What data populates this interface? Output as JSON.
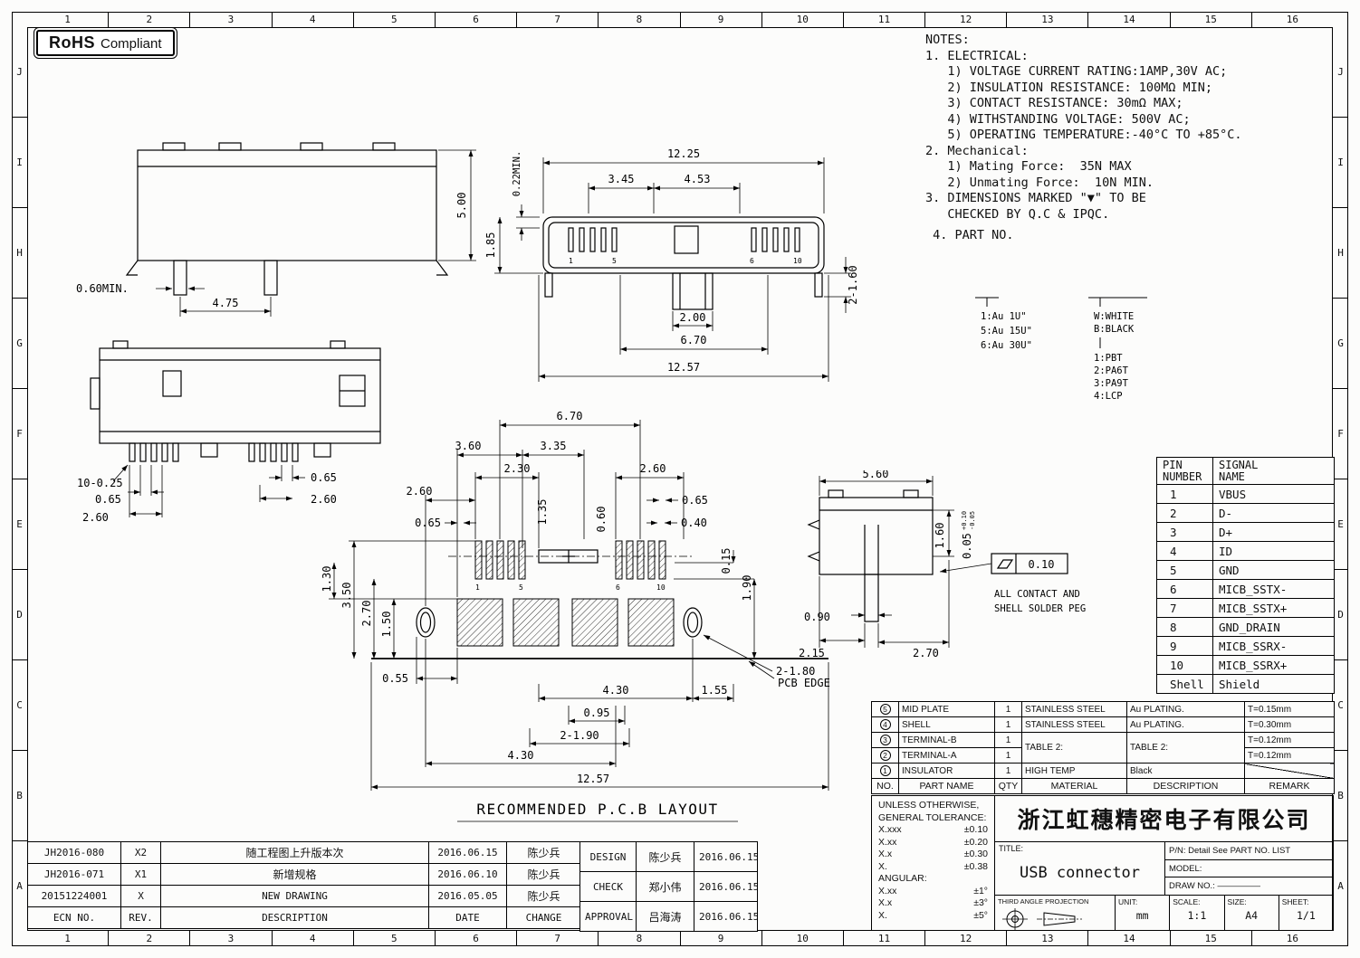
{
  "frame": {
    "cols": [
      "1",
      "2",
      "3",
      "4",
      "5",
      "6",
      "7",
      "8",
      "9",
      "10",
      "11",
      "12",
      "13",
      "14",
      "15",
      "16"
    ],
    "rows": [
      "J",
      "I",
      "H",
      "G",
      "F",
      "E",
      "D",
      "C",
      "B",
      "A"
    ]
  },
  "rohs": {
    "strong": "RoHS",
    "rest": "Compliant"
  },
  "notes": {
    "lines": [
      "NOTES:",
      "1. ELECTRICAL:",
      "   1) VOLTAGE CURRENT RATING:1AMP,30V AC;",
      "   2) INSULATION RESISTANCE: 100MΩ MIN;",
      "   3) CONTACT RESISTANCE: 30mΩ MAX;",
      "   4) WITHSTANDING VOLTAGE: 500V AC;",
      "   5) OPERATING TEMPERATURE:-40°C TO +85°C.",
      "2. Mechanical:",
      "   1) Mating Force:  35N MAX",
      "   2) Unmating Force:  10N MIN.",
      "3. DIMENSIONS MARKED \"▼\" TO BE",
      "   CHECKED BY Q.C & IPQC.",
      " 4. PART NO."
    ]
  },
  "part_legend": {
    "plating": [
      "1:Au 1U\"",
      "5:Au 15U\"",
      "6:Au 30U\""
    ],
    "color": [
      "W:WHITE",
      "B:BLACK"
    ],
    "material": [
      "1:PBT",
      "2:PA6T",
      "3:PA9T",
      "4:LCP"
    ]
  },
  "pin_table": {
    "header": {
      "c1": "PIN\nNUMBER",
      "c2": "SIGNAL\nNAME"
    },
    "rows": [
      [
        "1",
        "VBUS"
      ],
      [
        "2",
        "D-"
      ],
      [
        "3",
        "D+"
      ],
      [
        "4",
        "ID"
      ],
      [
        "5",
        "GND"
      ],
      [
        "6",
        "MICB_SSTX-"
      ],
      [
        "7",
        "MICB_SSTX+"
      ],
      [
        "8",
        "GND_DRAIN"
      ],
      [
        "9",
        "MICB_SSRX-"
      ],
      [
        "10",
        "MICB_SSRX+"
      ],
      [
        "Shell",
        "Shield"
      ]
    ]
  },
  "bom": {
    "rows": [
      {
        "no": "5",
        "name": "MID PLATE",
        "qty": "1",
        "material": "STAINLESS STEEL",
        "desc": "Au PLATING.",
        "remark": "T=0.15mm"
      },
      {
        "no": "4",
        "name": "SHELL",
        "qty": "1",
        "material": "STAINLESS STEEL",
        "desc": "Au PLATING.",
        "remark": "T=0.30mm"
      },
      {
        "no": "3",
        "name": "TERMINAL-B",
        "qty": "1",
        "material": "TABLE 2:",
        "desc": "TABLE 2:",
        "remark": "T=0.12mm"
      },
      {
        "no": "2",
        "name": "TERMINAL-A",
        "qty": "1",
        "remark": "T=0.12mm"
      },
      {
        "no": "1",
        "name": "INSULATOR",
        "qty": "1",
        "material": "HIGH TEMP",
        "desc": "Black",
        "remark": ""
      }
    ],
    "footer": [
      "NO.",
      "PART NAME",
      "QTY",
      "MATERIAL",
      "DESCRIPTION",
      "REMARK"
    ]
  },
  "tolerance": {
    "line1": "UNLESS OTHERWISE,",
    "line2": "GENERAL TOLERANCE:",
    "linear": [
      [
        "X.xxx",
        "±0.10"
      ],
      [
        "X.xx",
        "±0.20"
      ],
      [
        "X.x",
        "±0.30"
      ],
      [
        "X.",
        "±0.38"
      ]
    ],
    "angular_label": "ANGULAR:",
    "angular": [
      [
        "X.xx",
        "±1°"
      ],
      [
        "X.x",
        "±3°"
      ],
      [
        "X.",
        "±5°"
      ]
    ]
  },
  "company": "浙江虹穗精密电子有限公司",
  "title_block": {
    "title_label": "TITLE:",
    "title": "USB connector",
    "pn": "P/N: Detail See PART NO. LIST",
    "model_label": "MODEL:",
    "draw_label": "DRAW NO.:",
    "draw_value": "—————",
    "projection": "THIRD ANGLE PROJECTION",
    "unit_label": "UNIT:",
    "unit": "mm",
    "scale_label": "SCALE:",
    "scale": "1:1",
    "size_label": "SIZE:",
    "size": "A4",
    "sheet_label": "SHEET:",
    "sheet": "1/1"
  },
  "revisions": {
    "rows": [
      [
        "JH2016-080",
        "X2",
        "随工程图上升版本次",
        "2016.06.15",
        "陈少兵"
      ],
      [
        "JH2016-071",
        "X1",
        "新增规格",
        "2016.06.10",
        "陈少兵"
      ],
      [
        "20151224001",
        "X",
        "NEW DRAWING",
        "2016.05.05",
        "陈少兵"
      ]
    ],
    "header": [
      "ECN NO.",
      "REV.",
      "DESCRIPTION",
      "DATE",
      "CHANGE"
    ]
  },
  "approvals": {
    "rows": [
      [
        "DESIGN",
        "陈少兵",
        "2016.06.15"
      ],
      [
        "CHECK",
        "郑小伟",
        "2016.06.15"
      ],
      [
        "APPROVAL",
        "吕海涛",
        "2016.06.15"
      ]
    ]
  },
  "views": {
    "pad_numbers": [
      "1",
      "5",
      "6",
      "10"
    ],
    "side": {
      "dims": {
        "h": "5.00",
        "pin": "0.60MIN.",
        "pitch": "4.75"
      }
    },
    "front": {
      "dims": {
        "w": "12.25",
        "min": "0.22MIN.",
        "h": "1.85",
        "a": "3.45",
        "b": "4.53",
        "legs": "2-1.60",
        "slot": "2.00",
        "mid": "6.70",
        "base": "12.57"
      }
    },
    "top": {
      "dims": {
        "pins": "10-0.25",
        "p065l": "0.65",
        "p260l": "2.60",
        "p065r": "0.65",
        "p260r": "2.60"
      }
    },
    "pcb": {
      "title": "RECOMMENDED P.C.B LAYOUT",
      "edge_label": "PCB EDGE",
      "dims": {
        "d670": "6.70",
        "d360": "3.60",
        "d335": "3.35",
        "d230": "2.30",
        "d260r": "2.60",
        "d260l": "2.60",
        "d065r": "0.65",
        "d065l": "0.65",
        "d040": "0.40",
        "d135": "1.35",
        "d060": "0.60",
        "d130": "1.30",
        "d350": "3.50",
        "d270": "2.70",
        "d150": "1.50",
        "d015": "0.15",
        "d190": "1.90",
        "d055": "0.55",
        "dholes": "2-1.80",
        "d430a": "4.30",
        "d155": "1.55",
        "d095": "0.95",
        "d2190": "2-1.90",
        "d430b": "4.30",
        "d1257": "12.57"
      }
    },
    "side2": {
      "note1": "ALL CONTACT AND",
      "note2": "SHELL SOLDER PEG",
      "fcf": "0.10",
      "dims": {
        "w": "5.60",
        "h": "1.60",
        "tol": "0.05",
        "tolp": "+0.10",
        "tolm": "-0.05",
        "pin": "0.90",
        "a": "2.15",
        "b": "2.70"
      }
    }
  }
}
